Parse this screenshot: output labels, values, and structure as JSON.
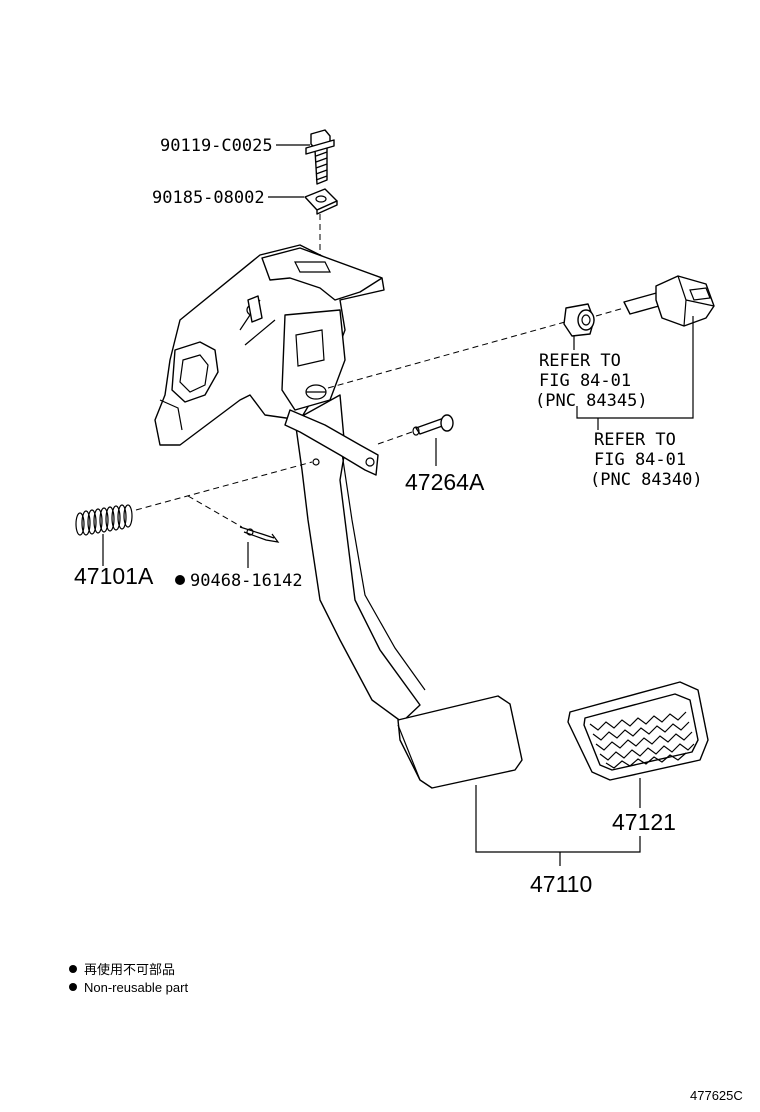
{
  "labels": {
    "bolt": "90119-C0025",
    "nut": "90185-08002",
    "pin": "47264A",
    "spring": "47101A",
    "clip": "90468-16142",
    "pad": "47121",
    "pedal": "47110"
  },
  "refer_1": {
    "line1": "REFER TO",
    "line2": "FIG 84-01",
    "line3": "(PNC 84345)"
  },
  "refer_2": {
    "line1": "REFER TO",
    "line2": "FIG 84-01",
    "line3": "(PNC 84340)"
  },
  "legend": {
    "japanese": "再使用不可部品",
    "english": "Non-reusable part"
  },
  "figure_id": "477625C"
}
